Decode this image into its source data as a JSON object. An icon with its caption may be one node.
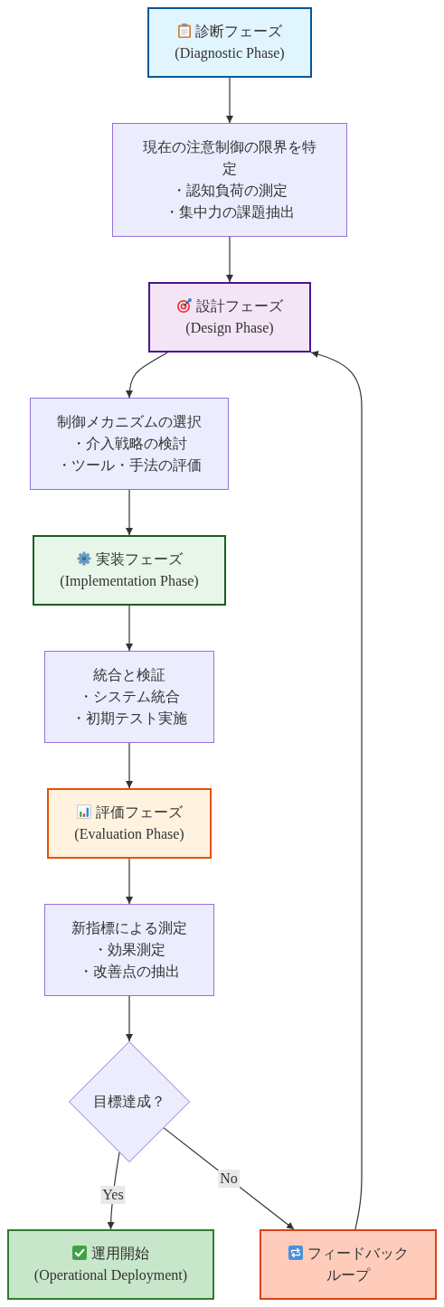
{
  "diagram": {
    "nodes": [
      {
        "text": [
          "診断フェーズ",
          "(Diagnostic Phase)"
        ]
      },
      {
        "text": [
          "現在の注意制御の限界を特定",
          "・認知負荷の測定",
          "・集中力の課題抽出"
        ]
      },
      {
        "text": [
          "設計フェーズ",
          "(Design Phase)"
        ]
      },
      {
        "text": [
          "制御メカニズムの選択",
          "・介入戦略の検討",
          "・ツール・手法の評価"
        ]
      },
      {
        "text": [
          "実装フェーズ",
          "(Implementation Phase)"
        ]
      },
      {
        "text": [
          "統合と検証",
          "・システム統合",
          "・初期テスト実施"
        ]
      },
      {
        "text": [
          "評価フェーズ",
          "(Evaluation Phase)"
        ]
      },
      {
        "text": [
          "新指標による測定",
          "・効果測定",
          "・改善点の抽出"
        ]
      },
      {
        "text": [
          "目標達成？"
        ]
      },
      {
        "text": [
          "運用開始",
          "(Operational Deployment)"
        ]
      },
      {
        "text": [
          "フィードバックループ"
        ]
      }
    ],
    "edges": [
      {
        "from": 0,
        "to": 1,
        "arrow": "to"
      },
      {
        "from": 1,
        "to": 2,
        "arrow": "to"
      },
      {
        "from": 2,
        "to": 3,
        "arrow": "to"
      },
      {
        "from": 3,
        "to": 4,
        "arrow": "to"
      },
      {
        "from": 4,
        "to": 5,
        "arrow": "to"
      },
      {
        "from": 5,
        "to": 6,
        "arrow": "to"
      },
      {
        "from": 6,
        "to": 7,
        "arrow": "to"
      },
      {
        "from": 7,
        "to": 8,
        "arrow": "to"
      },
      {
        "from": 8,
        "to": 9,
        "arrow": "to",
        "label": "Yes"
      },
      {
        "from": 8,
        "to": 10,
        "arrow": "to",
        "label": "No"
      },
      {
        "from": 10,
        "to": 2,
        "arrow": "to"
      }
    ]
  }
}
